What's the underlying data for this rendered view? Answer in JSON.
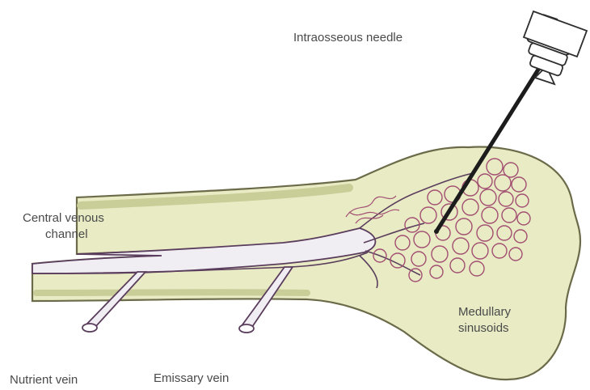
{
  "labels": {
    "intraosseous_needle": "Intraosseous needle",
    "central_venous_channel_line1": "Central venous",
    "central_venous_channel_line2": "channel",
    "medullary_sinusoids_line1": "Medullary",
    "medullary_sinusoids_line2": "sinusoids",
    "nutrient_vein": "Nutrient vein",
    "emissary_vein": "Emissary vein"
  },
  "colors": {
    "bone_fill": "#e8ebc4",
    "bone_outline": "#6b6b4a",
    "vessel_fill": "#f1eef3",
    "vessel_outline": "#5a3d5c",
    "sinusoid_stroke": "#a24f72",
    "needle": "#1c1c1c",
    "label_text": "#4a4a4a"
  }
}
